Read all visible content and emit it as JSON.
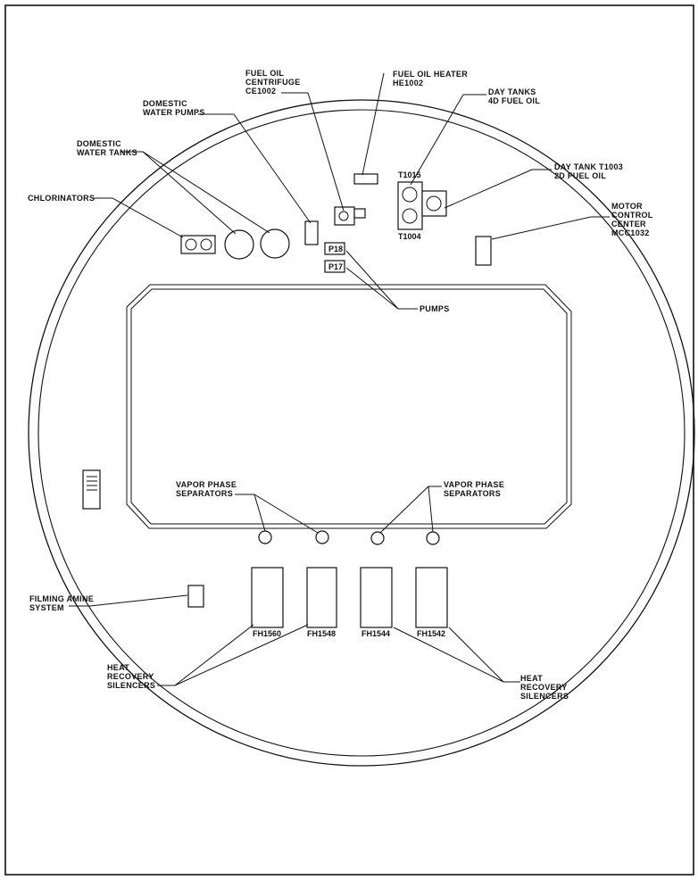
{
  "labels": {
    "fuel_oil_centrifuge": [
      "FUEL OIL",
      "CENTRIFUGE",
      "CE1002"
    ],
    "fuel_oil_heater": [
      "FUEL OIL HEATER",
      "HE1002"
    ],
    "day_tanks_4d": [
      "DAY TANKS",
      "4D FUEL OIL"
    ],
    "domestic_water_pumps": [
      "DOMESTIC",
      "WATER PUMPS"
    ],
    "domestic_water_tanks": [
      "DOMESTIC",
      "WATER TANKS"
    ],
    "day_tank_t1003": [
      "DAY TANK T1003",
      "2D FUEL OIL"
    ],
    "chlorinators": [
      "CHLORINATORS"
    ],
    "motor_control_center": [
      "MOTOR",
      "CONTROL",
      "CENTER",
      "MCC1032"
    ],
    "pumps": [
      "PUMPS"
    ],
    "vapor_phase_left": [
      "VAPOR PHASE",
      "SEPARATORS"
    ],
    "vapor_phase_right": [
      "VAPOR PHASE",
      "SEPARATORS"
    ],
    "filming_amine": [
      "FILMING AMINE",
      "SYSTEM"
    ],
    "heat_recovery_left": [
      "HEAT",
      "RECOVERY",
      "SILENCERS"
    ],
    "heat_recovery_right": [
      "HEAT",
      "RECOVERY",
      "SILENCERS"
    ]
  },
  "tags": {
    "t1015": "T1015",
    "t1004": "T1004",
    "p18": "P18",
    "p17": "P17",
    "fh1560": "FH1560",
    "fh1548": "FH1548",
    "fh1544": "FH1544",
    "fh1542": "FH1542"
  }
}
